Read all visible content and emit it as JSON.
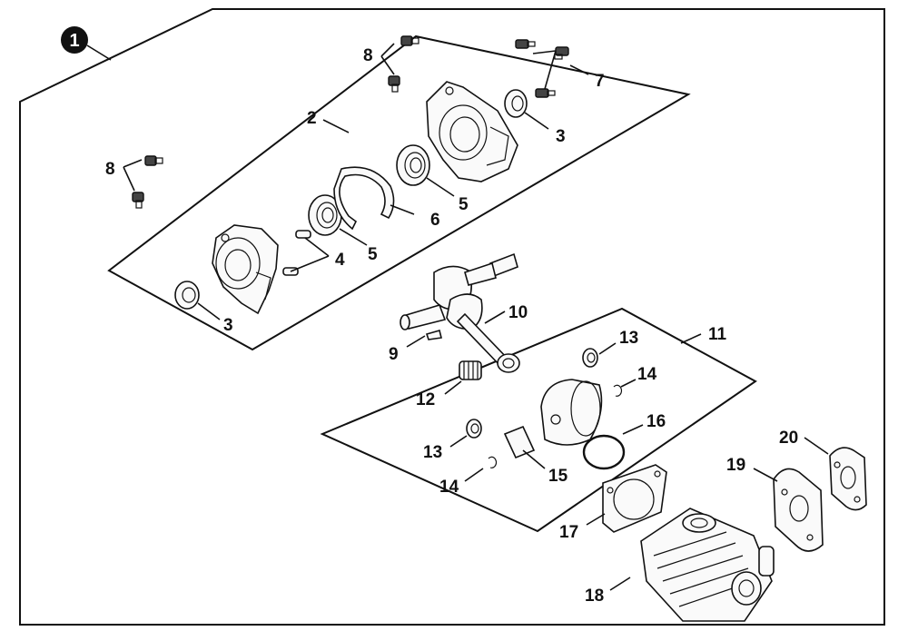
{
  "badge": "1",
  "callouts": {
    "c2": "2",
    "c3a": "3",
    "c3b": "3",
    "c4": "4",
    "c5a": "5",
    "c5b": "5",
    "c6": "6",
    "c7": "7",
    "c8a": "8",
    "c8b": "8",
    "c9": "9",
    "c10": "10",
    "c11": "11",
    "c12": "12",
    "c13a": "13",
    "c13b": "13",
    "c14a": "14",
    "c14b": "14",
    "c15": "15",
    "c16": "16",
    "c17": "17",
    "c18": "18",
    "c19": "19",
    "c20": "20"
  }
}
